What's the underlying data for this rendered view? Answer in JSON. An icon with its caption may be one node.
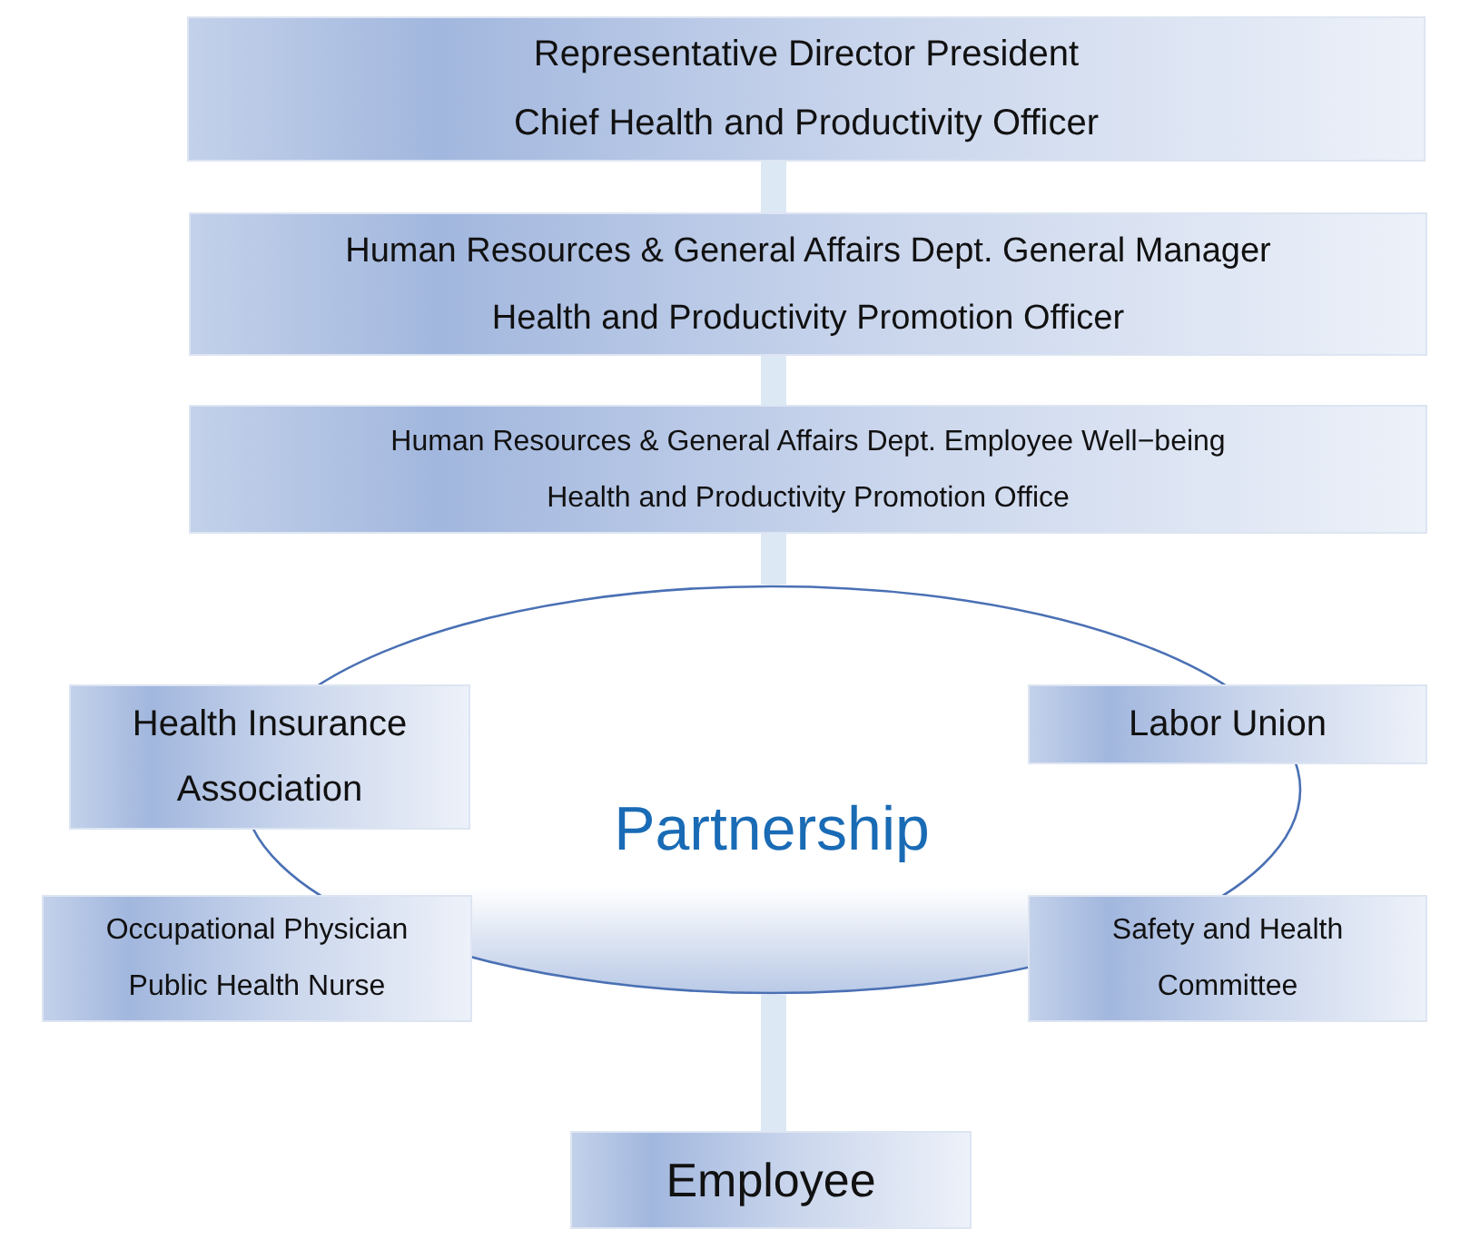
{
  "diagram": {
    "nodes": [
      {
        "text": [
          "Representative Director President",
          "Chief Health and Productivity Officer"
        ]
      },
      {
        "text": [
          "Human Resources & General Affairs Dept. General Manager",
          "Health and Productivity Promotion Officer"
        ]
      },
      {
        "text": [
          "Human Resources & General Affairs Dept. Employee Well−being",
          "Health and Productivity Promotion Office"
        ]
      },
      {
        "text": [
          "Partnership"
        ]
      },
      {
        "text": [
          "Health Insurance Association"
        ]
      },
      {
        "text": [
          "Labor Union"
        ]
      },
      {
        "text": [
          "Occupational Physician",
          "Public Health Nurse"
        ]
      },
      {
        "text": [
          "Safety and Health Committee"
        ]
      },
      {
        "text": [
          "Employee"
        ]
      }
    ],
    "edges": [
      {
        "from": 0,
        "to": 1,
        "arrow": "none"
      },
      {
        "from": 1,
        "to": 2,
        "arrow": "none"
      },
      {
        "from": 2,
        "to": 3,
        "arrow": "none"
      },
      {
        "from": 3,
        "to": 8,
        "arrow": "none"
      }
    ]
  }
}
